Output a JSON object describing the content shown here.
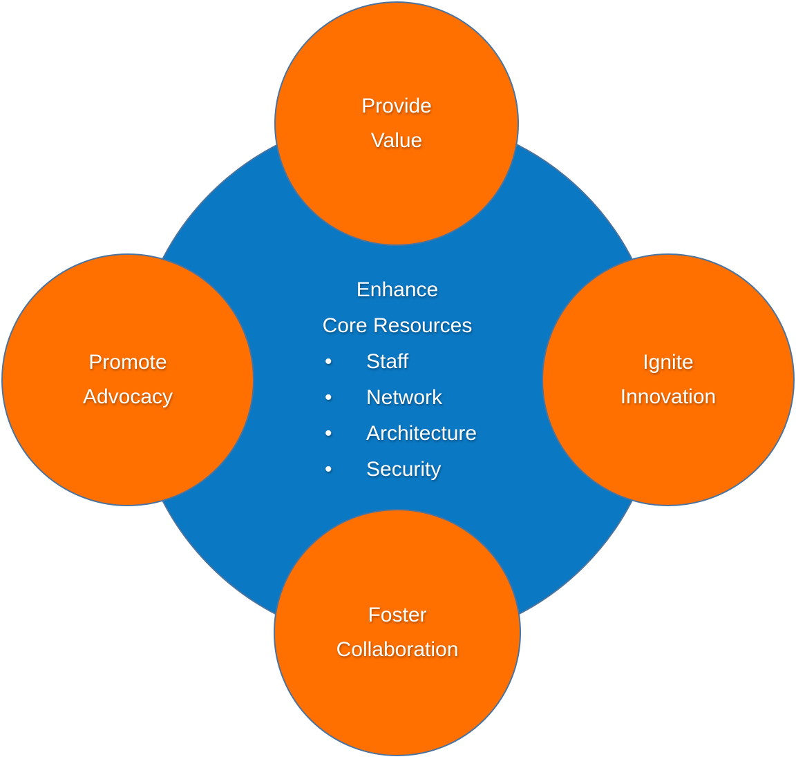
{
  "diagram": {
    "center": {
      "title_line1": "Enhance",
      "title_line2": "Core Resources",
      "bullet_glyph": "•",
      "bullets": [
        "Staff",
        "Network",
        "Architecture",
        "Security"
      ]
    },
    "satellites": [
      {
        "id": "provide-value",
        "position": "top",
        "line1": "Provide",
        "line2": "Value"
      },
      {
        "id": "ignite-innovation",
        "position": "right",
        "line1": "Ignite",
        "line2": "Innovation"
      },
      {
        "id": "foster-collaboration",
        "position": "bottom",
        "line1": "Foster",
        "line2": "Collaboration"
      },
      {
        "id": "promote-advocacy",
        "position": "left",
        "line1": "Promote",
        "line2": "Advocacy"
      }
    ],
    "colors": {
      "center_fill": "#0B78C3",
      "satellite_fill": "#FF7000",
      "outline": "#4A739F",
      "text": "#FFFFFF",
      "background": "#FFFFFF"
    }
  }
}
